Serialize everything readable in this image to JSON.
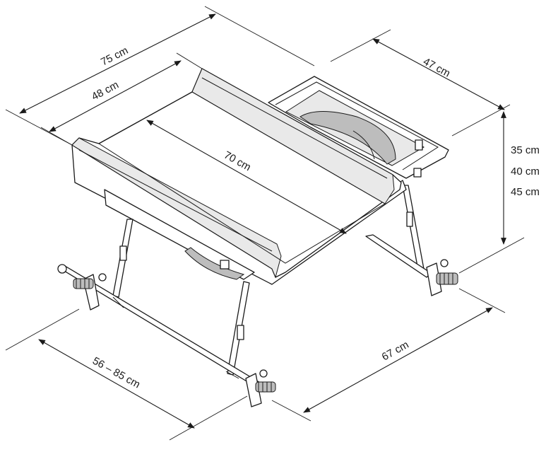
{
  "dimensions": {
    "length_outer": "75 cm",
    "length_inner": "48 cm",
    "mat_length": "70 cm",
    "tub_width": "47 cm",
    "height_1": "35 cm",
    "height_2": "40 cm",
    "height_3": "45 cm",
    "frame_width": "56 – 85 cm",
    "frame_depth": "67 cm"
  }
}
